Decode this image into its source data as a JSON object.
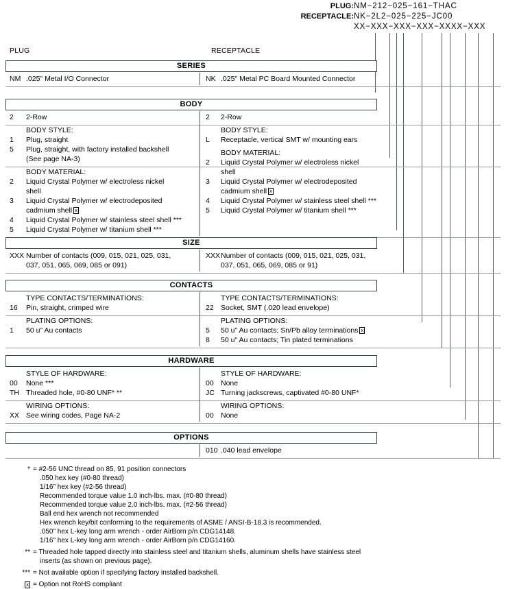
{
  "part_number": {
    "rows": [
      {
        "label": "PLUG:",
        "value": "NM−212−025−161−THAC"
      },
      {
        "label": "RECEPTACLE:",
        "value": "NK−2L2−025−225−JC00"
      },
      {
        "label": "",
        "value": "XX−XXX−XXX−XXX−XXXX−XXX"
      }
    ]
  },
  "columns": {
    "left": "PLUG",
    "right": "RECEPTACLE"
  },
  "sections": [
    {
      "banner": "SERIES",
      "left": [
        {
          "group": null,
          "rows": [
            {
              "code": "NM",
              "desc": ".025\" Metal I/O Connector"
            }
          ]
        }
      ],
      "right": [
        {
          "group": null,
          "rows": [
            {
              "code": "NK",
              "desc": ".025\" Metal PC Board Mounted Connector"
            }
          ]
        }
      ]
    },
    {
      "banner": "BODY",
      "left": [
        {
          "group": null,
          "rows": [
            {
              "code": "2",
              "desc": "2-Row"
            }
          ]
        },
        {
          "group": "BODY STYLE:",
          "rows": [
            {
              "code": "1",
              "desc": "Plug, straight"
            },
            {
              "code": "5",
              "desc": "Plug, straight, with factory installed backshell"
            },
            {
              "code": "",
              "desc": "(See page NA-3)"
            }
          ]
        },
        {
          "group": "BODY MATERIAL:",
          "rows": [
            {
              "code": "2",
              "desc": "Liquid Crystal Polymer w/ electroless nickel"
            },
            {
              "code": "",
              "desc": "shell"
            },
            {
              "code": "3",
              "desc": "Liquid Crystal Polymer w/ electrodeposited"
            },
            {
              "code": "",
              "desc": "cadmium shell",
              "rohs": true
            },
            {
              "code": "4",
              "desc": "Liquid Crystal Polymer w/ stainless steel shell ***"
            },
            {
              "code": "5",
              "desc": "Liquid Crystal Polymer w/ titanium shell ***"
            }
          ]
        }
      ],
      "right": [
        {
          "group": null,
          "rows": [
            {
              "code": "2",
              "desc": "2-Row"
            }
          ]
        },
        {
          "group": "BODY STYLE:",
          "rows": [
            {
              "code": "L",
              "desc": "Receptacle, vertical SMT w/ mounting ears"
            }
          ]
        },
        {
          "group": "BODY MATERIAL:",
          "rows": [
            {
              "code": "2",
              "desc": "Liquid Crystal Polymer w/ electroless nickel"
            },
            {
              "code": "",
              "desc": "shell"
            },
            {
              "code": "3",
              "desc": "Liquid Crystal Polymer w/ electrodeposited"
            },
            {
              "code": "",
              "desc": "cadmium shell",
              "rohs": true
            },
            {
              "code": "4",
              "desc": "Liquid Crystal Polymer w/ stainless steel shell ***"
            },
            {
              "code": "5",
              "desc": "Liquid Crystal Polymer w/ titanium shell ***"
            }
          ]
        }
      ]
    },
    {
      "banner": "SIZE",
      "left": [
        {
          "group": null,
          "rows": [
            {
              "code": "XXX",
              "desc": "Number of contacts (009, 015, 021, 025, 031,"
            },
            {
              "code": "",
              "desc": "037, 051, 065, 069, 085 or 091)"
            }
          ]
        }
      ],
      "right": [
        {
          "group": null,
          "rows": [
            {
              "code": "XXX",
              "desc": "Number of contacts (009, 015, 021, 025, 031,"
            },
            {
              "code": "",
              "desc": "037, 051, 065, 069, 085 or 91)"
            }
          ]
        }
      ]
    },
    {
      "banner": "CONTACTS",
      "left": [
        {
          "group": "TYPE CONTACTS/TERMINATIONS:",
          "rows": [
            {
              "code": "16",
              "desc": "Pin, straight, crimped wire"
            }
          ]
        },
        {
          "group": "PLATING OPTIONS:",
          "rows": [
            {
              "code": "1",
              "desc": "50 u\" Au contacts"
            }
          ]
        }
      ],
      "right": [
        {
          "group": "TYPE CONTACTS/TERMINATIONS:",
          "rows": [
            {
              "code": "22",
              "desc": "Socket, SMT (.020 lead envelope)"
            }
          ]
        },
        {
          "group": "PLATING OPTIONS:",
          "rows": [
            {
              "code": "5",
              "desc": "50 u\" Au contacts; Sn/Pb alloy terminations",
              "rohs": true
            },
            {
              "code": "8",
              "desc": "50 u\" Au contacts; Tin plated terminations"
            }
          ]
        }
      ]
    },
    {
      "banner": "HARDWARE",
      "left": [
        {
          "group": "STYLE OF HARDWARE:",
          "rows": [
            {
              "code": "00",
              "desc": "None ***"
            },
            {
              "code": "TH",
              "desc": "Threaded hole, #0-80 UNF*  **"
            }
          ]
        },
        {
          "group": "WIRING OPTIONS:",
          "rows": [
            {
              "code": "XX",
              "desc": "See wiring codes, Page NA-2"
            }
          ]
        }
      ],
      "right": [
        {
          "group": "STYLE OF HARDWARE:",
          "rows": [
            {
              "code": "00",
              "desc": "None"
            },
            {
              "code": "JC",
              "desc": "Turning jackscrews, captivated #0-80 UNF*"
            }
          ]
        },
        {
          "group": "WIRING OPTIONS:",
          "rows": [
            {
              "code": "00",
              "desc": "None"
            }
          ]
        }
      ]
    },
    {
      "banner": "OPTIONS",
      "left": [],
      "right": [
        {
          "group": null,
          "rows": [
            {
              "code": "010",
              "desc": ".040 lead envelope"
            }
          ]
        }
      ]
    }
  ],
  "footnotes": [
    {
      "mark": "*",
      "lines": [
        "= #2-56 UNC thread on 85, 91 position connectors",
        ".050 hex key (#0-80 thread)",
        "1/16\" hex key (#2-56 thread)",
        "Recommended torque value 1.0 inch-lbs. max. (#0-80 thread)",
        "Recommended torque value 2.0 inch-lbs. max. (#2-56 thread)",
        "Ball end hex wrench not recommended",
        "Hex wrench key/bit conforming to the requirements of ASME / ANSI-B-18.3 is recommended.",
        ".050\" hex L-key long arm wrench - order AirBorn p/n CDG14148.",
        "1/16\" hex L-key long arm wrench - order AirBorn p/n CDG14160."
      ]
    },
    {
      "mark": "**",
      "lines": [
        "= Threaded hole tapped directly into stainless steel and titanium shells, aluminum shells have stainless steel",
        "inserts (as shown on previous page)."
      ]
    },
    {
      "mark": "***",
      "lines": [
        "= Not available option if specifying factory installed backshell."
      ]
    },
    {
      "mark": "rohs-box",
      "lines": [
        "= Option not RoHS compliant"
      ]
    }
  ],
  "colors": {
    "banner_border": "#3a3f44",
    "rule": "#9a9ea2",
    "leader": "#555a5e",
    "text": "#000000"
  }
}
